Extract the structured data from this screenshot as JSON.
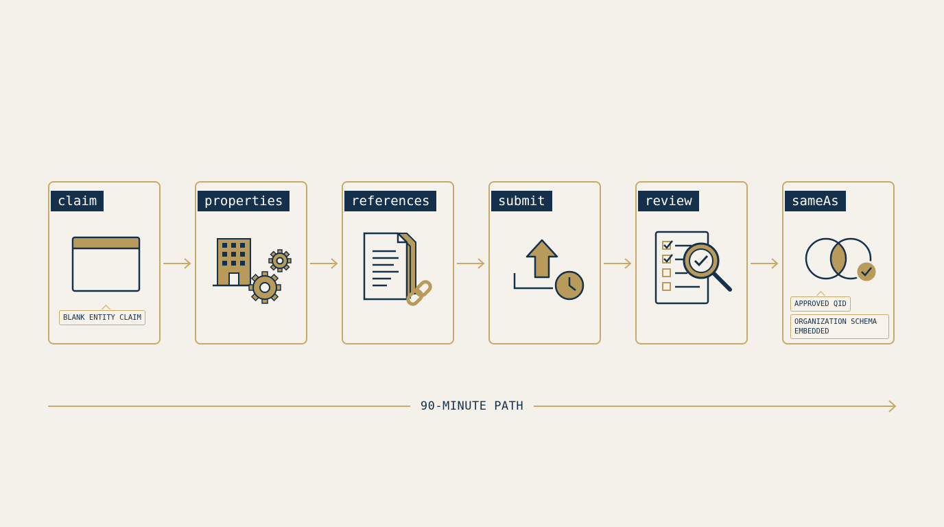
{
  "steps": [
    {
      "label": "claim",
      "icon": "browser-window-icon"
    },
    {
      "label": "properties",
      "icon": "building-gears-icon"
    },
    {
      "label": "references",
      "icon": "documents-link-icon"
    },
    {
      "label": "submit",
      "icon": "upload-clock-icon"
    },
    {
      "label": "review",
      "icon": "checklist-magnifier-icon"
    },
    {
      "label": "sameAs",
      "icon": "venn-check-icon"
    }
  ],
  "tags": {
    "claim": "BLANK ENTITY CLAIM",
    "sameas_qid": "APPROVED QID",
    "sameas_schema_line1": "ORGANIZATION SCHEMA",
    "sameas_schema_line2": "EMBEDDED"
  },
  "timeline": {
    "label": "90-MINUTE PATH"
  },
  "colors": {
    "background": "#f4f1ea",
    "navy": "#14304a",
    "gold": "#c8a96a",
    "gold_fill": "#b89a5a"
  }
}
